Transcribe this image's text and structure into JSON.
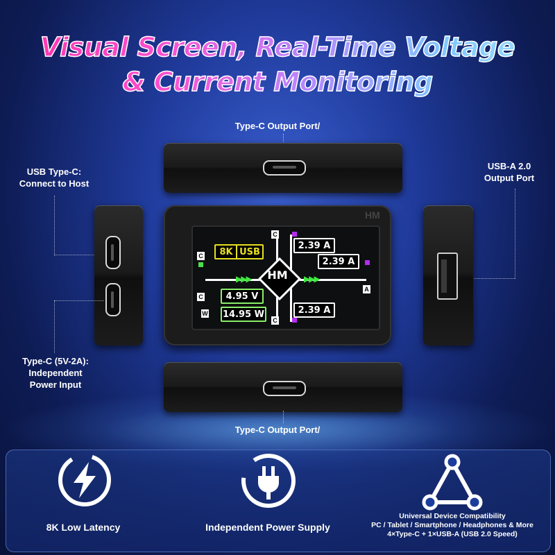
{
  "title": {
    "line1": "Visual Screen, Real-Time Voltage",
    "line2": "& Current Monitoring"
  },
  "labels": {
    "top_port": "Type-C Output Port/",
    "bottom_port": "Type-C Output Port/",
    "host_line1": "USB Type-C:",
    "host_line2": "Connect to Host",
    "power_line1": "Type-C (5V-2A):",
    "power_line2": "Independent",
    "power_line3": "Power Input",
    "usba_line1": "USB-A 2.0",
    "usba_line2": "Output Port"
  },
  "device": {
    "brand_mark": "HM",
    "center_logo": "HM",
    "tags": {
      "eight_k": "8K",
      "usb": "USB"
    },
    "port_letters": {
      "c": "C",
      "a": "A",
      "w": "W"
    },
    "readings": {
      "top_current": "2.39 A",
      "right_current": "2.39 A",
      "bottom_current": "2.39 A",
      "input_voltage": "4.95 V",
      "input_power": "14.95 W"
    },
    "arrows": "▶▶▶"
  },
  "features": [
    {
      "icon": "lightning-icon",
      "label": "8K Low Latency"
    },
    {
      "icon": "power-plug-icon",
      "label": "Independent Power Supply"
    },
    {
      "icon": "triangle-network-icon",
      "line1": "Universal Device Compatibility",
      "line2": "PC / Tablet / Smartphone / Headphones & More",
      "line3": "4×Type-C + 1×USB-A (USB 2.0 Speed)"
    }
  ],
  "colors": {
    "background": "#1f3a9a",
    "title_gradient_start": "#ff2fa8",
    "title_gradient_end": "#9fe0ff",
    "screen_yellow": "#e8e020",
    "screen_green": "#86e35a",
    "screen_purple": "#b42cf0"
  }
}
